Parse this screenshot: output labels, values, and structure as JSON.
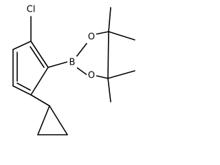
{
  "atoms": {
    "chlorine": "Cl",
    "boron": "B",
    "oxygen_top": "O",
    "oxygen_bottom": "O"
  },
  "colors": {
    "bond": "#000000",
    "label": "#000000",
    "background": "#ffffff"
  }
}
